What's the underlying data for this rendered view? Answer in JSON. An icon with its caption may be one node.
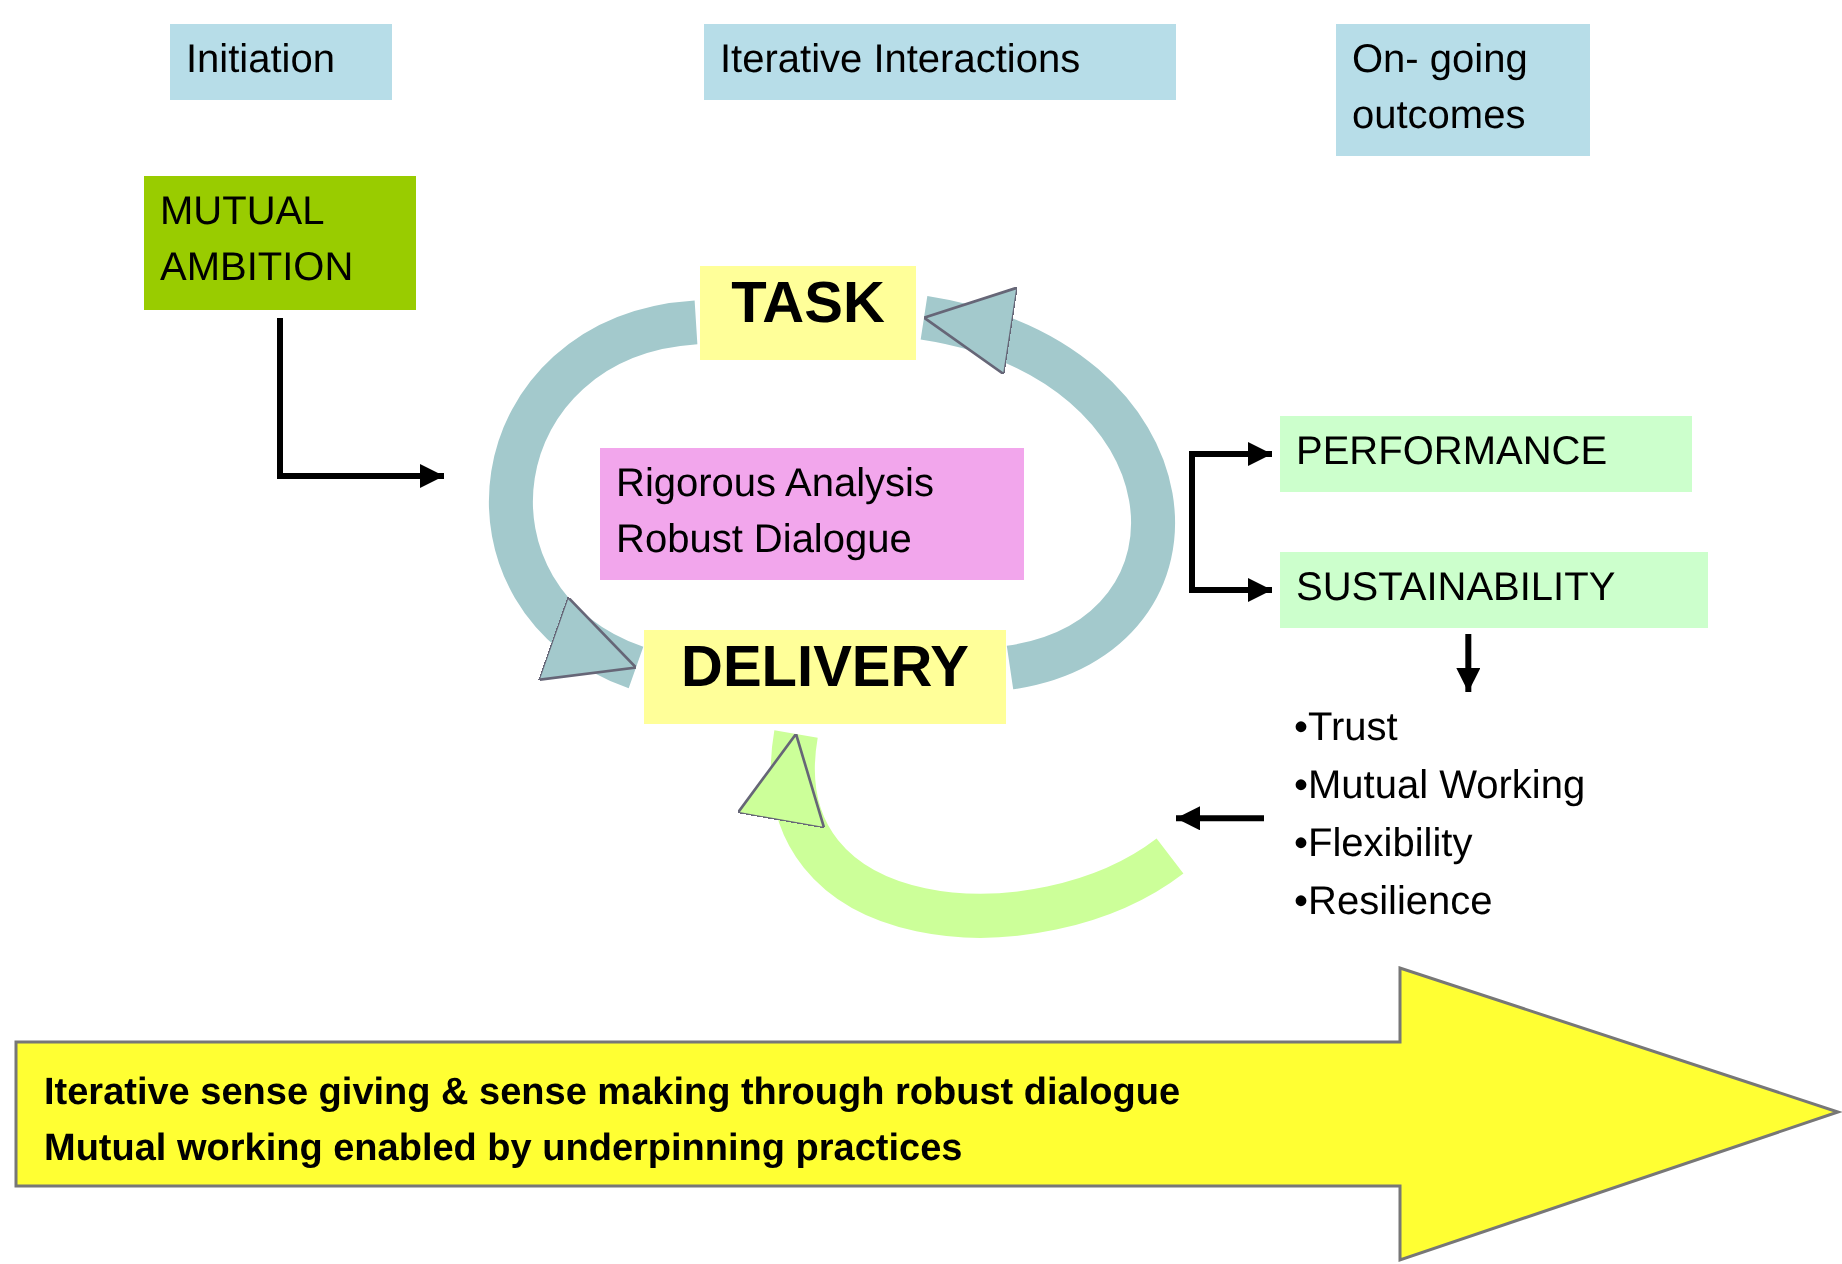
{
  "diagram": {
    "nodes": [
      {
        "text": [
          "Initiation"
        ]
      },
      {
        "text": [
          "Iterative Interactions"
        ]
      },
      {
        "text": [
          "On- going outcomes"
        ]
      },
      {
        "text": [
          "MUTUAL AMBITION"
        ]
      },
      {
        "text": [
          "TASK"
        ]
      },
      {
        "text": [
          "Rigorous Analysis Robust Dialogue"
        ]
      },
      {
        "text": [
          "DELIVERY"
        ]
      },
      {
        "text": [
          "PERFORMANCE"
        ]
      },
      {
        "text": [
          "SUSTAINABILITY"
        ]
      },
      {
        "text": [
          "•Trust",
          "•Mutual Working",
          "•Flexibility",
          "•Resilience"
        ]
      },
      {
        "text": [
          "Iterative sense giving & sense making through robust dialogue",
          "Mutual working enabled by underpinning practices"
        ]
      }
    ],
    "edges": [
      {
        "from": 3,
        "to": null,
        "arrow": "to"
      },
      {
        "from": 4,
        "to": 6,
        "arrow": "to",
        "style": "thick",
        "color": "#a3c9cc"
      },
      {
        "from": 6,
        "to": 4,
        "arrow": "to",
        "style": "thick",
        "color": "#a3c9cc"
      },
      {
        "from": null,
        "to": 7,
        "arrow": "to"
      },
      {
        "from": null,
        "to": 8,
        "arrow": "to"
      },
      {
        "from": 8,
        "to": 9,
        "arrow": "to"
      },
      {
        "from": 9,
        "to": null,
        "arrow": "to"
      },
      {
        "from": null,
        "to": 6,
        "arrow": "to",
        "style": "thick",
        "color": "#ccff99"
      }
    ]
  }
}
